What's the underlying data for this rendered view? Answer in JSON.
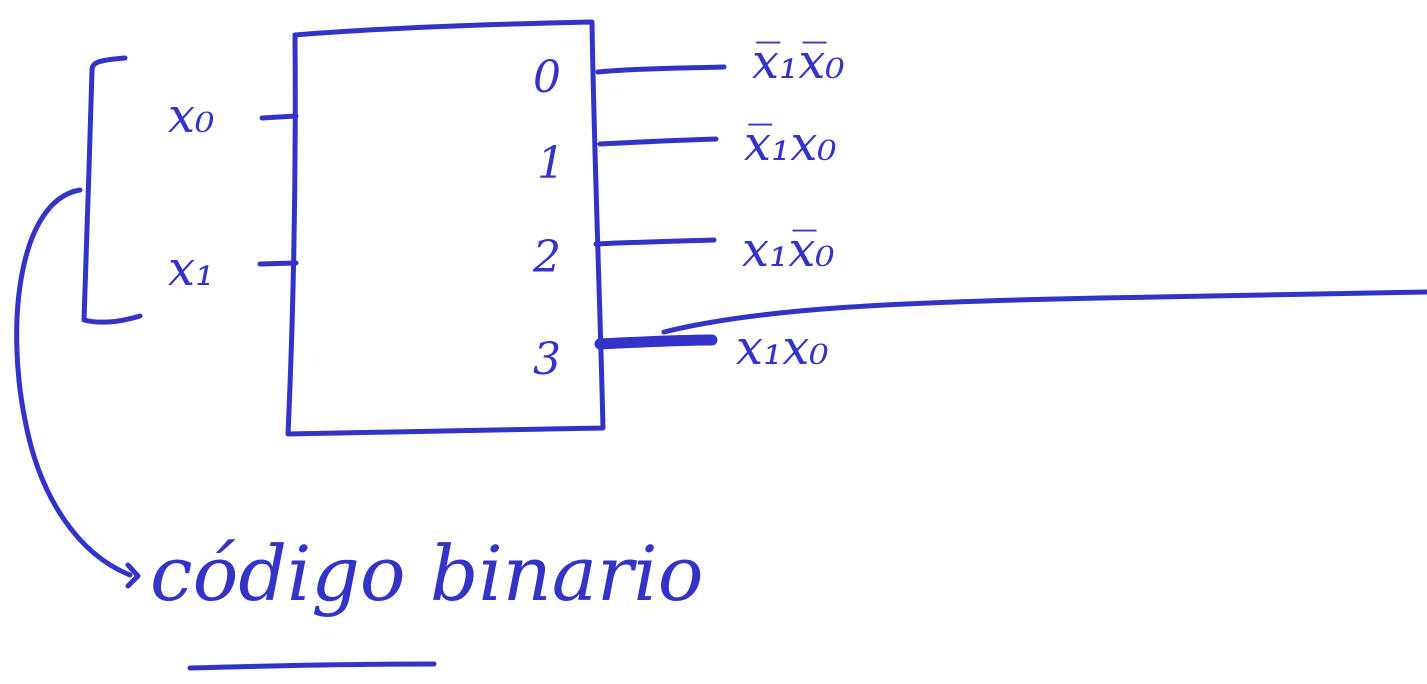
{
  "diagram": {
    "ink_color": "#3333c8",
    "inputs": [
      {
        "label": "x₀"
      },
      {
        "label": "x₁"
      }
    ],
    "outputs": [
      {
        "index": "0",
        "term": "x̅₁x̅₀"
      },
      {
        "index": "1",
        "term": "x̅₁x₀"
      },
      {
        "index": "2",
        "term": "x₁x̅₀"
      },
      {
        "index": "3",
        "term": "x₁x₀"
      }
    ],
    "note": "código binario"
  }
}
